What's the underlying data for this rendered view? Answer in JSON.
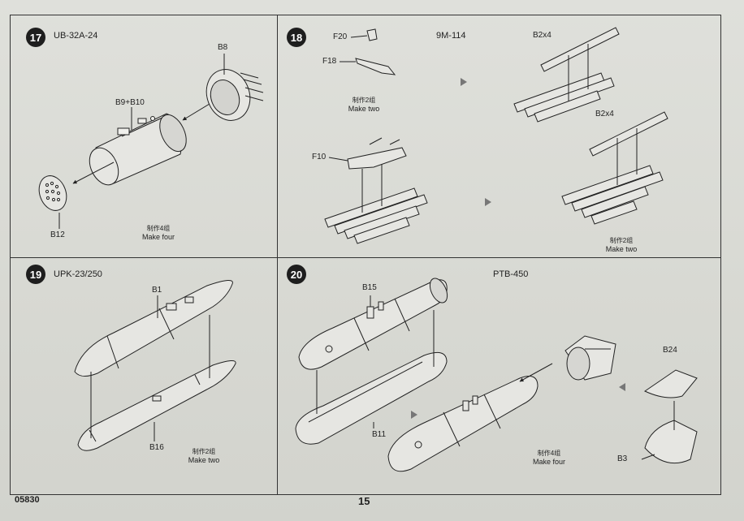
{
  "footer": {
    "code": "05830",
    "page": "15"
  },
  "steps": [
    {
      "number": "17",
      "title": "UB-32A-24",
      "labels": {
        "b8": "B8",
        "b9b10": "B9+B10",
        "b12": "B12"
      },
      "note": {
        "cn": "制作4组",
        "en": "Make four"
      }
    },
    {
      "number": "18",
      "title": "9M-114",
      "labels": {
        "f20": "F20",
        "f18": "F18",
        "f10": "F10",
        "b2x4_top": "B2x4",
        "b2x4_bottom": "B2x4"
      },
      "note_top": {
        "cn": "制作2组",
        "en": "Make two"
      },
      "note_bottom": {
        "cn": "制作2组",
        "en": "Make two"
      }
    },
    {
      "number": "19",
      "title": "UPK-23/250",
      "labels": {
        "b1": "B1",
        "b16": "B16"
      },
      "note": {
        "cn": "制作2组",
        "en": "Make two"
      }
    },
    {
      "number": "20",
      "title": "PTB-450",
      "labels": {
        "b15": "B15",
        "b11": "B11",
        "b24": "B24",
        "b3": "B3"
      },
      "note": {
        "cn": "制作4组",
        "en": "Make four"
      }
    }
  ]
}
